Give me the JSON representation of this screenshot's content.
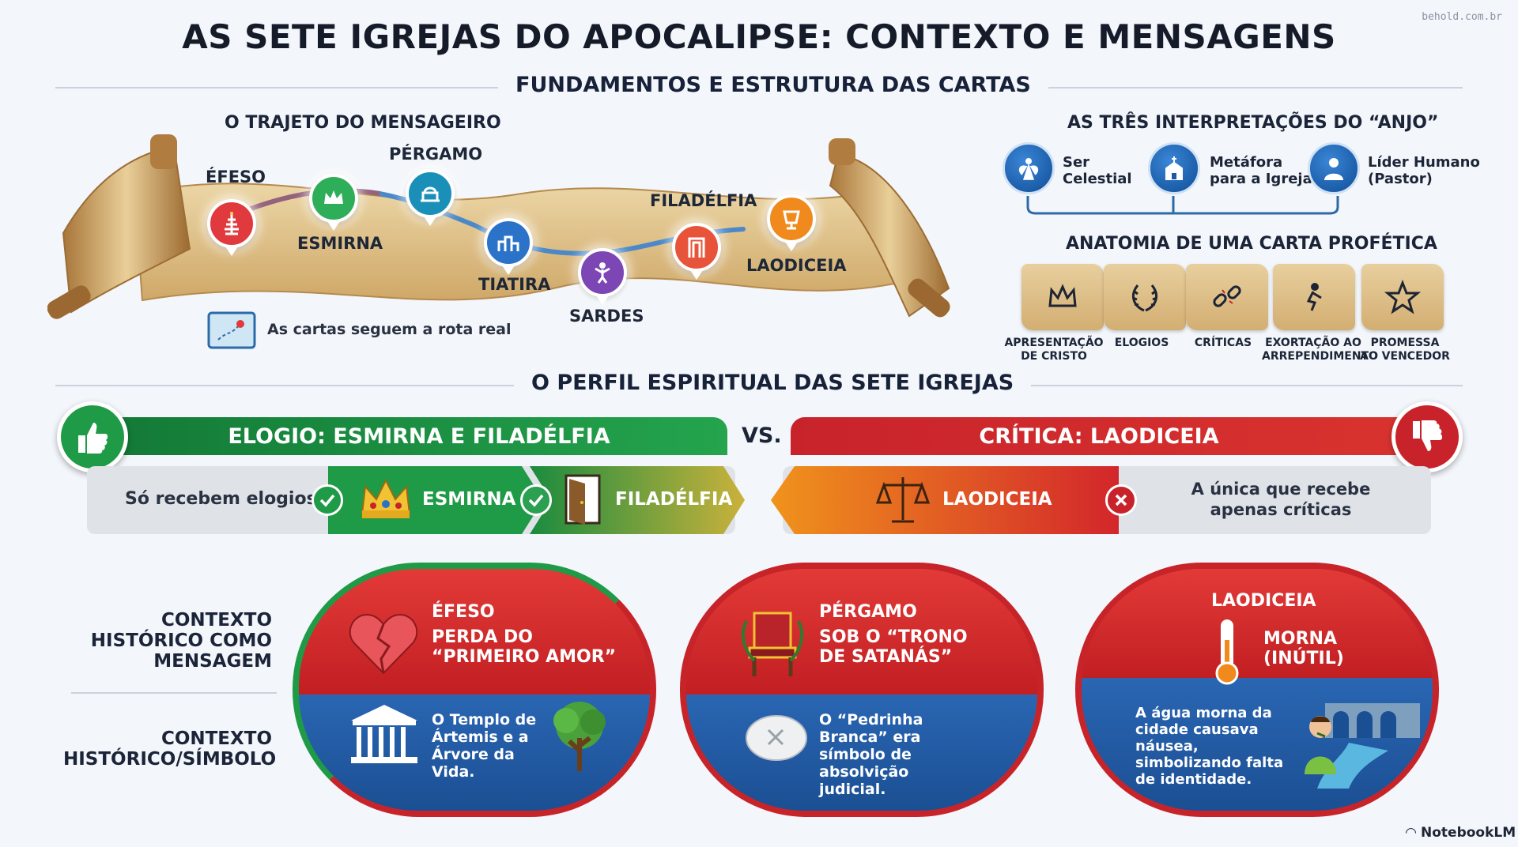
{
  "title": "AS SETE IGREJAS DO APOCALIPSE: CONTEXTO E MENSAGENS",
  "watermark": "behold.com.br",
  "section1": "FUNDAMENTOS E ESTRUTURA DAS CARTAS",
  "route": {
    "heading": "O TRAJETO DO MENSAGEIRO",
    "cities": [
      {
        "name": "ÉFESO",
        "color": "#e03a3e",
        "icon": "candlestand-icon"
      },
      {
        "name": "ESMIRNA",
        "color": "#2fae5a",
        "icon": "crown-icon"
      },
      {
        "name": "PÉRGAMO",
        "color": "#1a8fb8",
        "icon": "altar-icon"
      },
      {
        "name": "TIATIRA",
        "color": "#2a73c9",
        "icon": "city-icon"
      },
      {
        "name": "SARDES",
        "color": "#7d46b5",
        "icon": "figure-icon"
      },
      {
        "name": "FILADÉLFIA",
        "color": "#e8543a",
        "icon": "door-icon"
      },
      {
        "name": "LAODICEIA",
        "color": "#f08a1c",
        "icon": "cup-icon"
      }
    ],
    "note": "As cartas seguem a rota real"
  },
  "angels": {
    "heading": "AS TRÊS INTERPRETAÇÕES DO “ANJO”",
    "items": [
      {
        "label1": "Ser",
        "label2": "Celestial",
        "icon": "angel-icon"
      },
      {
        "label1": "Metáfora",
        "label2": "para a Igreja",
        "icon": "church-icon"
      },
      {
        "label1": "Líder Humano",
        "label2": "(Pastor)",
        "icon": "pastor-icon"
      }
    ]
  },
  "anatomy": {
    "heading": "ANATOMIA DE UMA CARTA PROFÉTICA",
    "items": [
      {
        "line1": "APRESENTAÇÃO",
        "line2": "DE CRISTO",
        "icon": "crown-icon"
      },
      {
        "line1": "ELOGIOS",
        "line2": "",
        "icon": "laurel-icon"
      },
      {
        "line1": "CRÍTICAS",
        "line2": "",
        "icon": "broken-chain-icon"
      },
      {
        "line1": "EXORTAÇÃO AO",
        "line2": "ARREPENDIMENTO",
        "icon": "kneeling-icon"
      },
      {
        "line1": "PROMESSA",
        "line2": "AO VENCEDOR",
        "icon": "star-icon"
      }
    ]
  },
  "section2": "O PERFIL ESPIRITUAL DAS SETE IGREJAS",
  "praise": {
    "banner": "ELOGIO: ESMIRNA E FILADÉLFIA",
    "note": "Só recebem elogios",
    "churches": [
      "ESMIRNA",
      "FILADÉLFIA"
    ]
  },
  "vs": "VS.",
  "critique": {
    "banner": "CRÍTICA: LAODICEIA",
    "church": "LAODICEIA",
    "note": "A única que recebe apenas críticas"
  },
  "rows": {
    "top": "CONTEXTO HISTÓRICO COMO MENSAGEM",
    "bottom": "CONTEXTO HISTÓRICO/SÍMBOLO"
  },
  "cards": [
    {
      "church": "ÉFESO",
      "message1": "PERDA DO",
      "message2": "“PRIMEIRO AMOR”",
      "symbol": "O Templo de Ártemis e a Árvore da Vida.",
      "icons": [
        "broken-heart-icon",
        "temple-icon",
        "tree-icon"
      ]
    },
    {
      "church": "PÉRGAMO",
      "message1": "SOB O “TRONO",
      "message2": "DE SATANÁS”",
      "symbol": "O “Pedrinha Branca” era símbolo de absolvição judicial.",
      "icons": [
        "throne-icon",
        "white-stone-icon"
      ]
    },
    {
      "church": "LAODICEIA",
      "message1": "MORNA",
      "message2": "(INÚTIL)",
      "symbol": "A água morna da cidade causava náusea, simbolizando falta de identidade.",
      "icons": [
        "thermometer-icon",
        "aqueduct-icon"
      ]
    }
  ],
  "brand": "NotebookLM",
  "colors": {
    "green": "#1f9a47",
    "red": "#c8232b",
    "blue": "#1f5aa6",
    "parchment": "#e2c38c"
  }
}
